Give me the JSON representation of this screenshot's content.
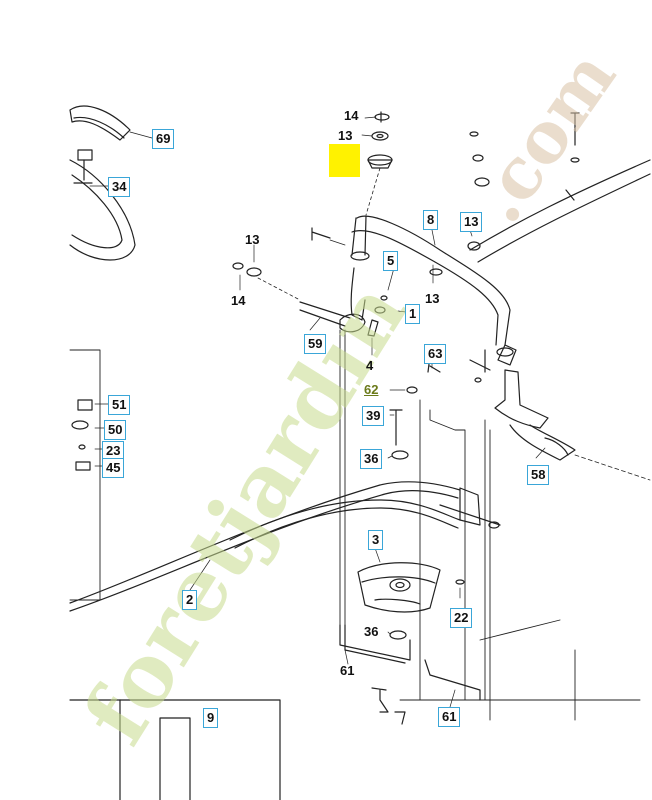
{
  "watermark": {
    "main": "foretjardin",
    "suffix": ".com"
  },
  "highlight_color": "#fff200",
  "callout_border_color": "#3aa6d8",
  "labels": {
    "n14_top": "14",
    "n13_top": "13",
    "n69": "69",
    "n34": "34",
    "n8": "8",
    "n13_right": "13",
    "n13_left": "13",
    "n14_left": "14",
    "n5": "5",
    "n13_mid": "13",
    "n1": "1",
    "n59": "59",
    "n4": "4",
    "n63": "63",
    "n62": "62",
    "n39": "39",
    "n51": "51",
    "n50": "50",
    "n23": "23",
    "n45": "45",
    "n36_top": "36",
    "n58": "58",
    "n3": "3",
    "n2": "2",
    "n22": "22",
    "n36_bottom": "36",
    "n61_left": "61",
    "n61_right": "61",
    "n9": "9"
  }
}
